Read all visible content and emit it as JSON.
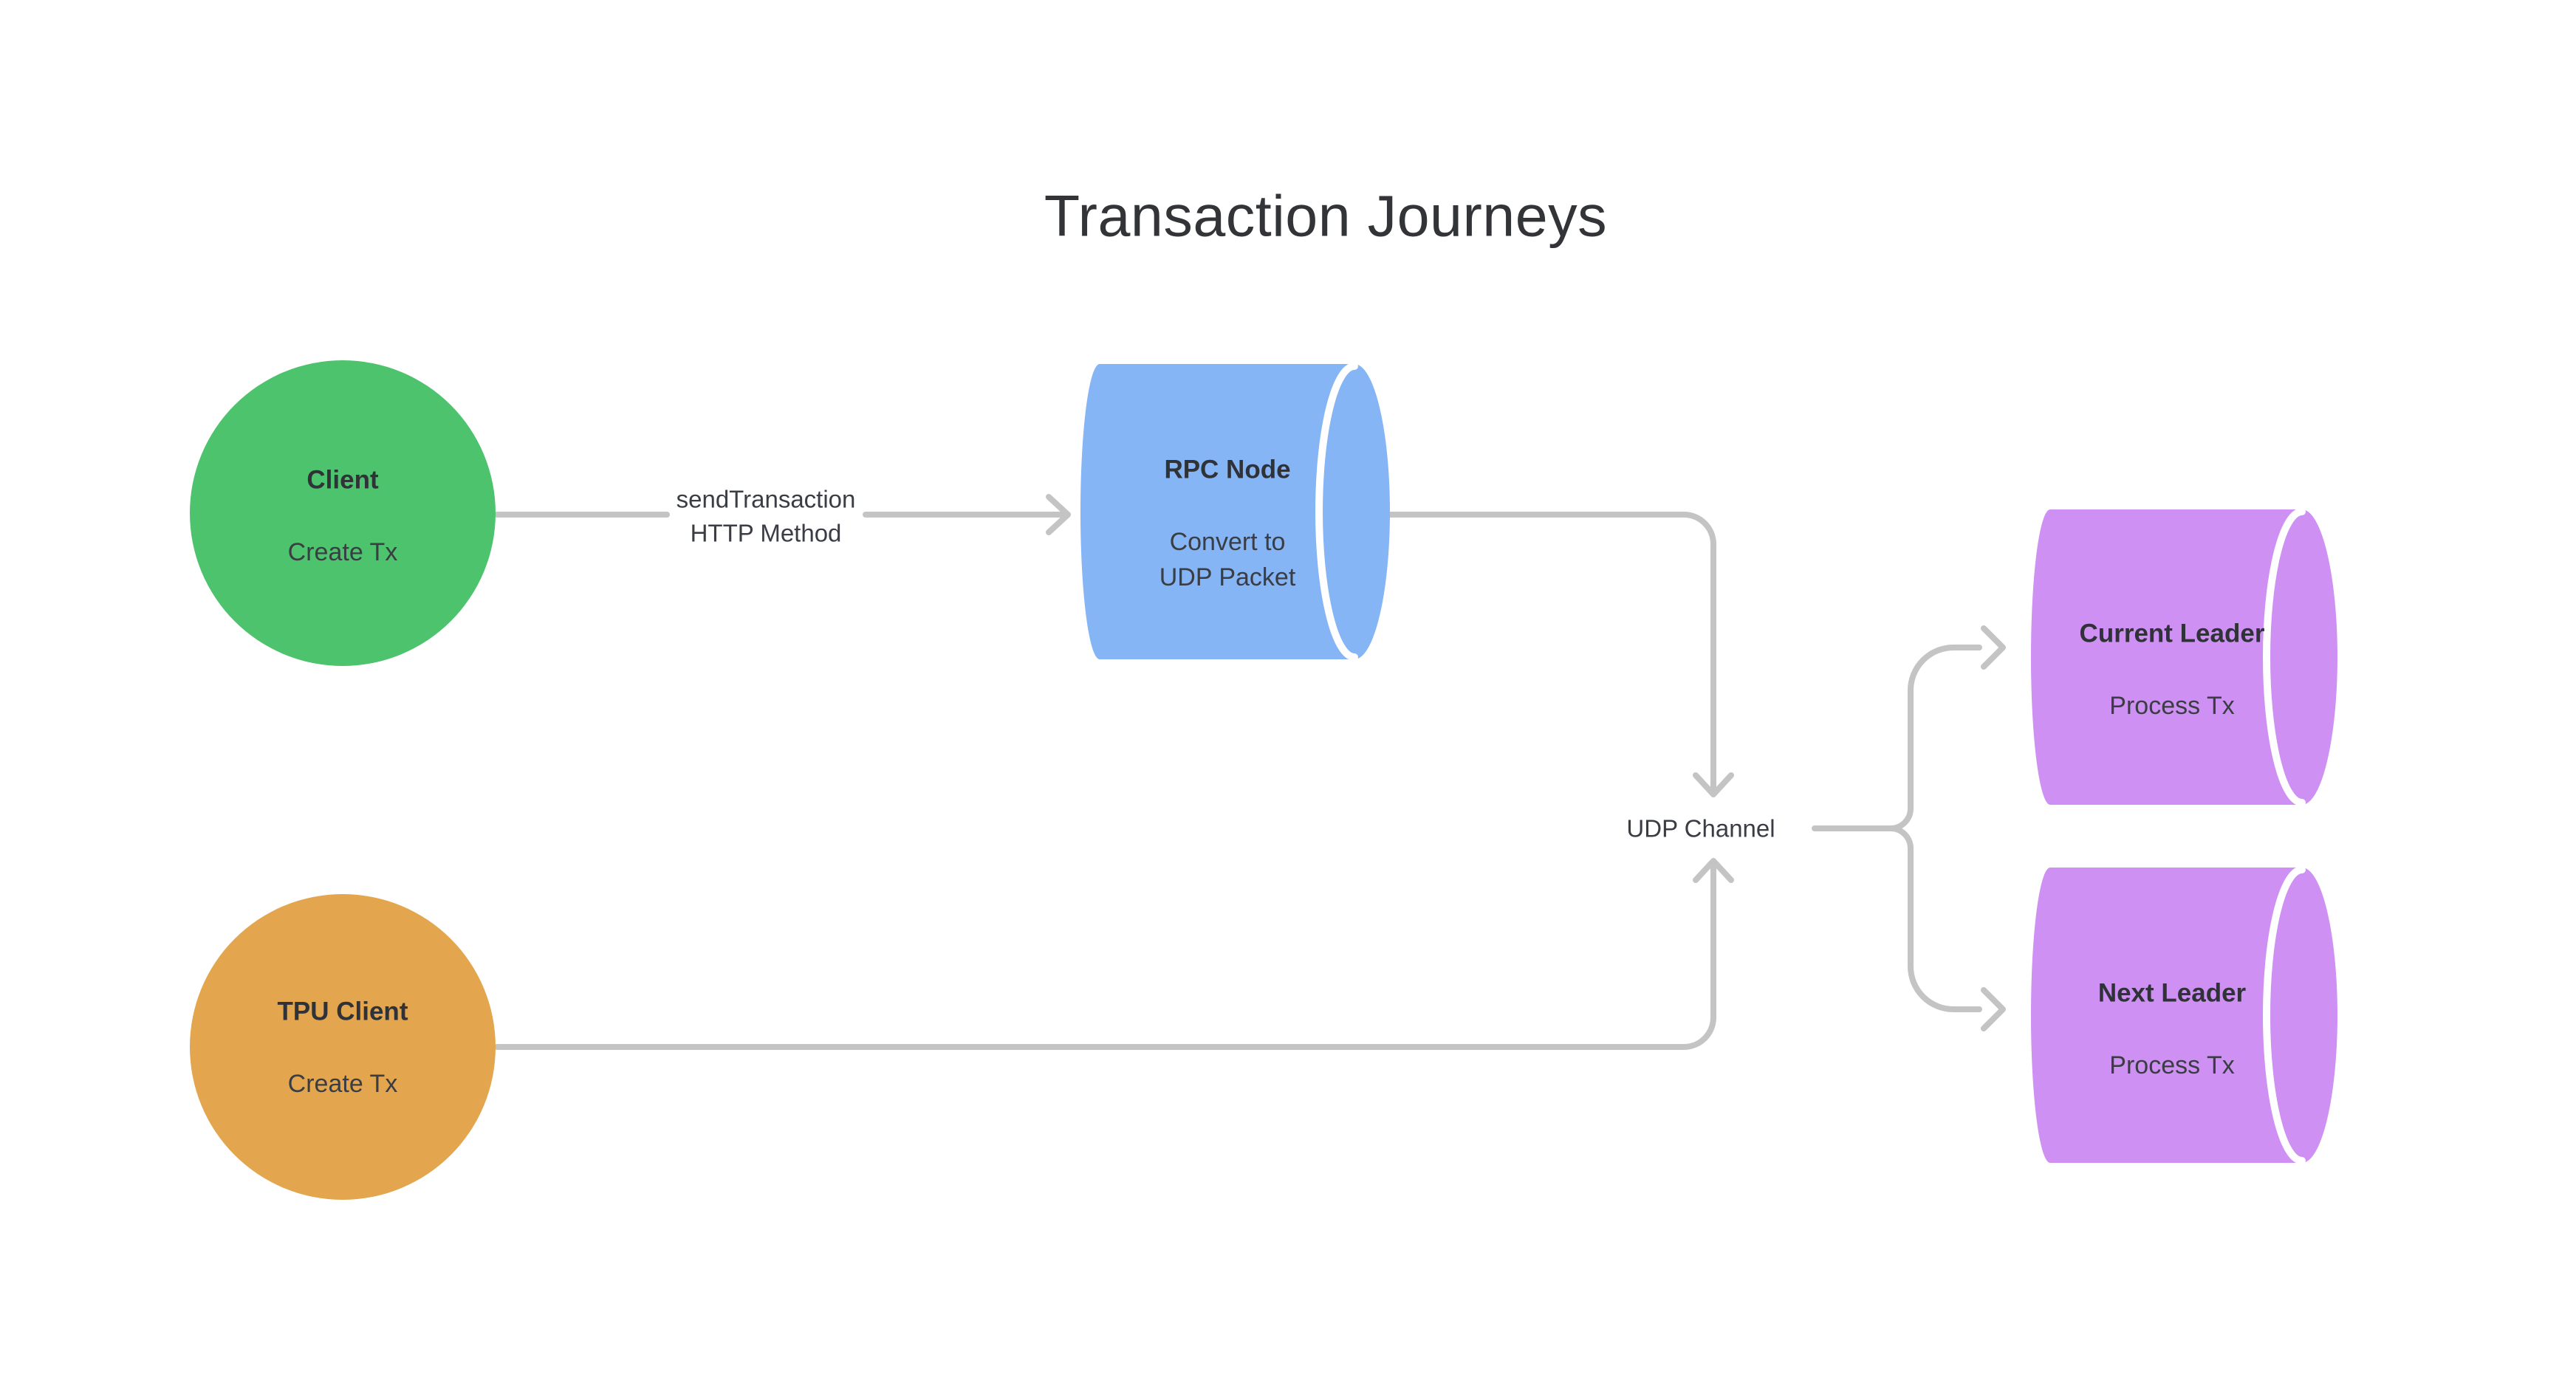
{
  "page": {
    "title": "Transaction Journeys",
    "background": "#ffffff"
  },
  "colors": {
    "client": "#4cc36c",
    "tpu_client": "#e3a54e",
    "rpc_node": "#85b5f4",
    "leader": "#ce90f2",
    "connector": "#c4c4c4",
    "cap_divider": "#ffffff"
  },
  "nodes": {
    "client": {
      "title": "Client",
      "subtitle": "Create Tx"
    },
    "tpu_client": {
      "title": "TPU Client",
      "subtitle": "Create Tx"
    },
    "rpc_node": {
      "title": "RPC Node",
      "subtitle_line1": "Convert to",
      "subtitle_line2": "UDP Packet"
    },
    "current_leader": {
      "title": "Current Leader",
      "subtitle": "Process Tx"
    },
    "next_leader": {
      "title": "Next Leader",
      "subtitle": "Process Tx"
    }
  },
  "edges": {
    "client_to_rpc": {
      "label_line1": "sendTransaction",
      "label_line2": "HTTP Method"
    },
    "udp_channel": {
      "label": "UDP Channel"
    }
  }
}
